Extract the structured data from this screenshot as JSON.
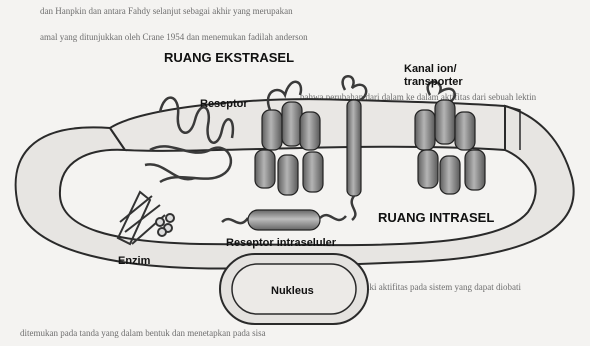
{
  "labels": {
    "ruang_ekstrasel": "RUANG EKSTRASEL",
    "reseptor": "Reseptor",
    "kanal_ion_line1": "Kanal ion/",
    "kanal_ion_line2": "transporter",
    "ruang_intrasel": "RUANG INTRASEL",
    "reseptor_intraseluler": "Reseptor intraseluler",
    "enzim": "Enzim",
    "nukleus": "Nukleus"
  },
  "background_text": [
    "dan Hanpkin dan antara Fahdy selanjut sebagai akhir yang merupakan",
    "amal yang ditunjukkan oleh Crane 1954 dan menemukan fadilah anderson",
    "bahwa perubahan dari dalam ke dalam aktifitas dari sebuah lektin",
    "dalam yang memiliki aktifitas pada sistem yang dapat diobati",
    "ditemukan pada tanda yang dalam bentuk dan menetapkan pada sisa"
  ],
  "colors": {
    "membrane_fill": "#e7e5e2",
    "membrane_stroke": "#2a2a2a",
    "receptor_fill": "#8c8c8c",
    "background": "#f4f3f1"
  }
}
